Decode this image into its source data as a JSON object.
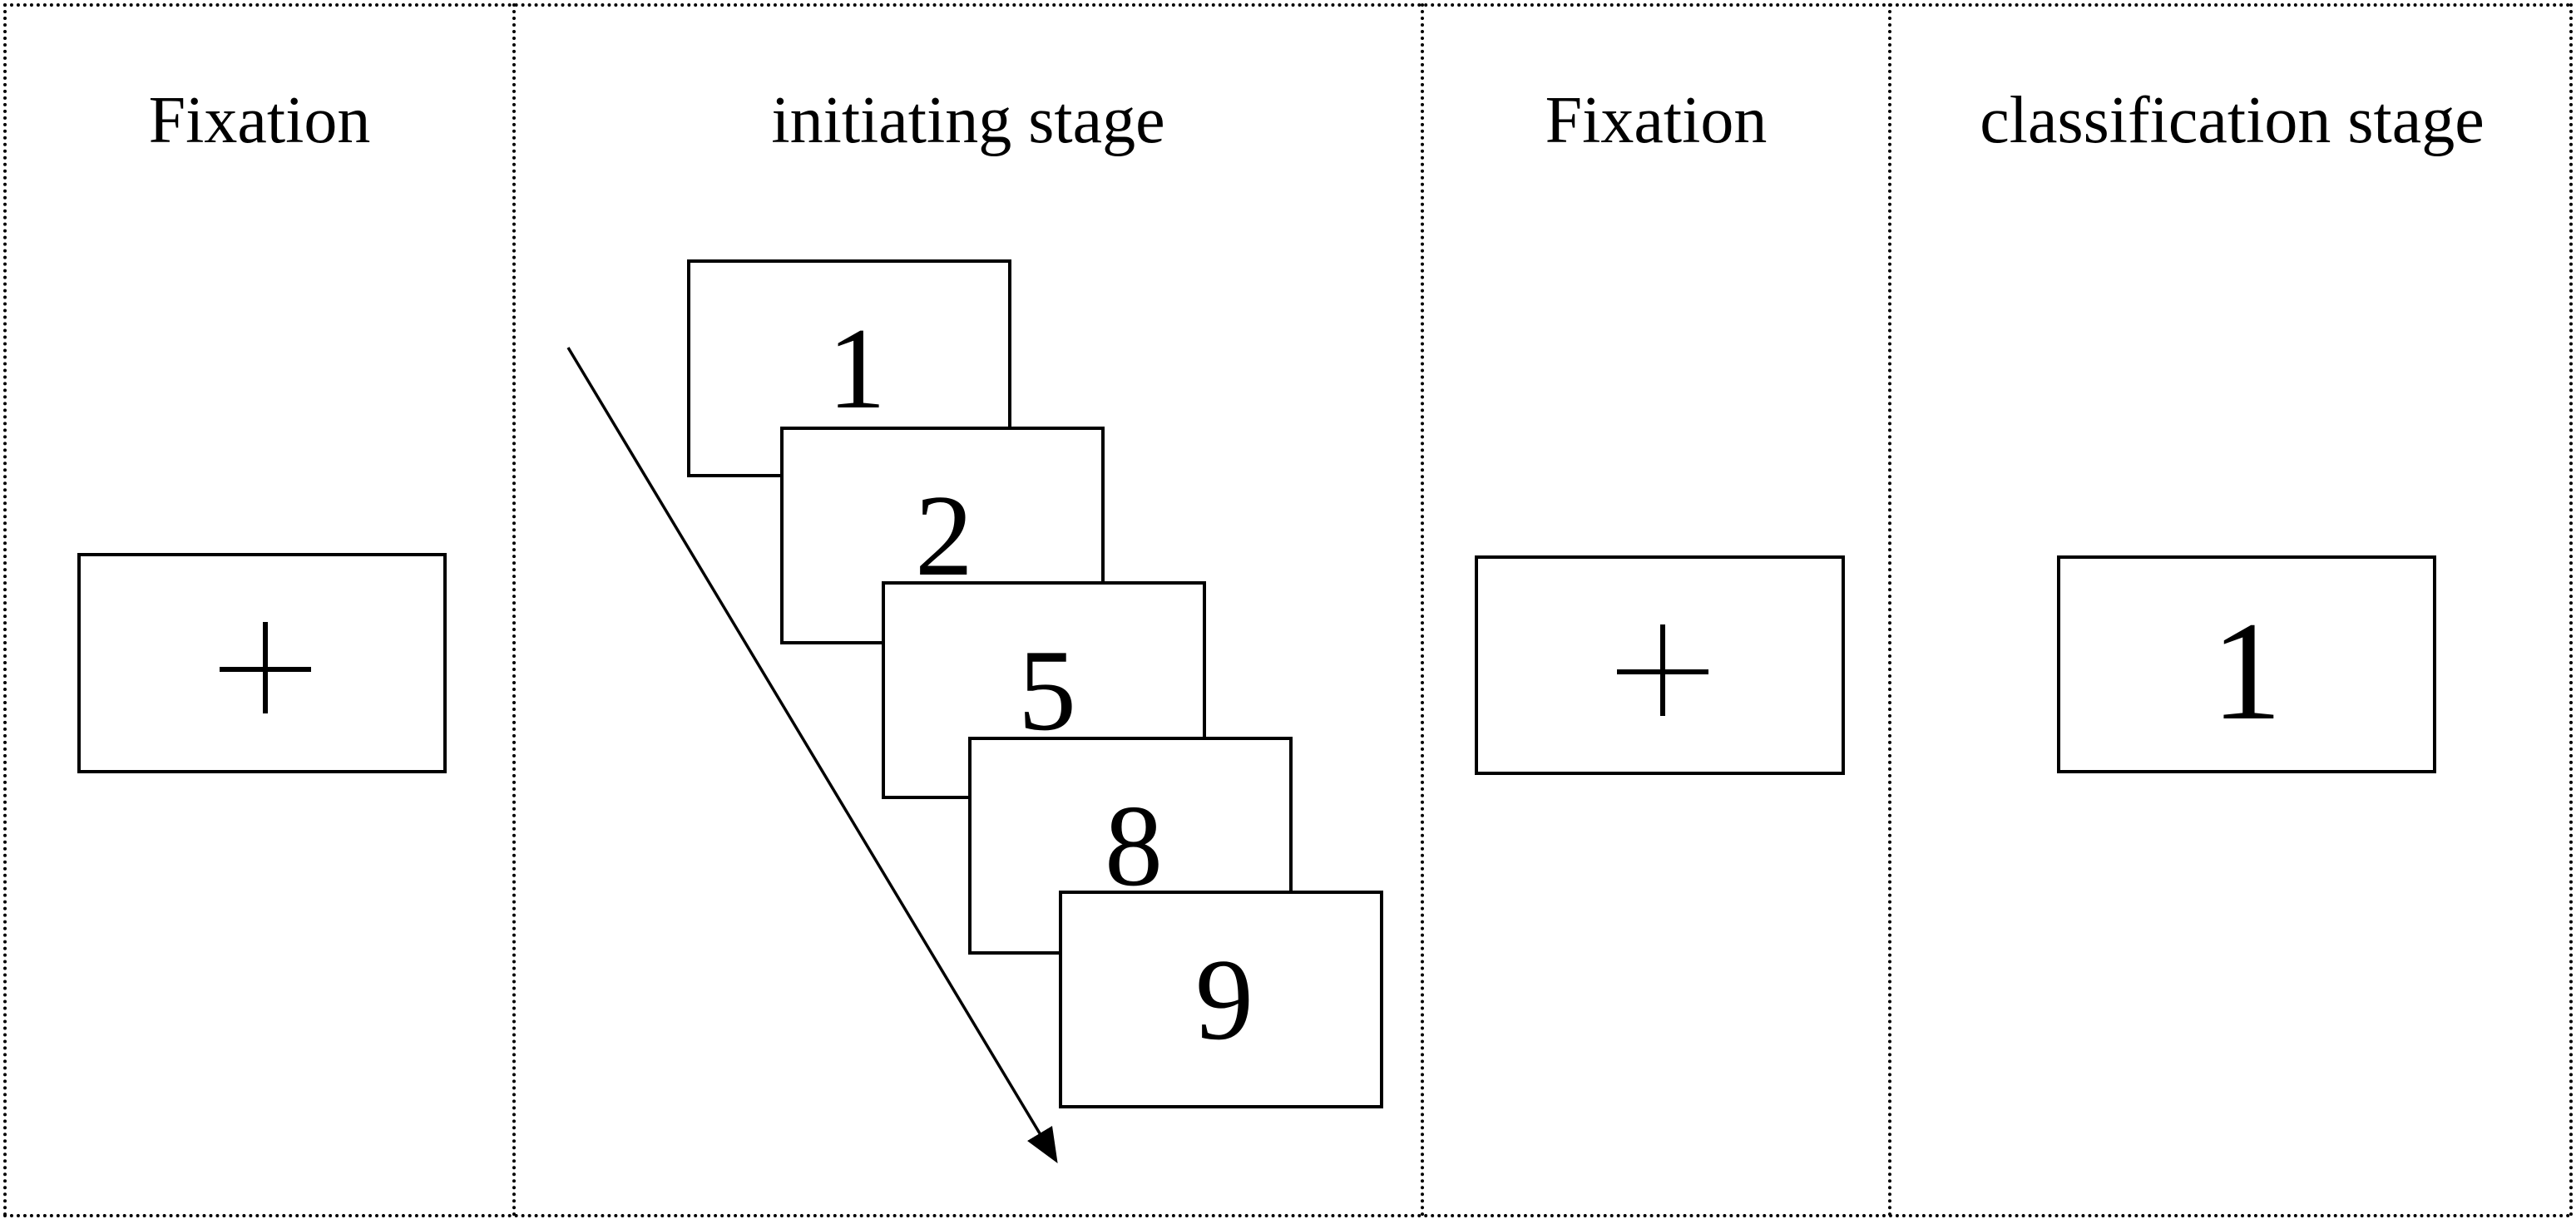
{
  "panels": [
    {
      "title": "Fixation",
      "stimulus": "+"
    },
    {
      "title": "initiating stage",
      "cards": [
        "1",
        "2",
        "5",
        "8",
        "9"
      ]
    },
    {
      "title": "Fixation",
      "stimulus": "+"
    },
    {
      "title": "classification stage",
      "stimulus": "1"
    }
  ]
}
